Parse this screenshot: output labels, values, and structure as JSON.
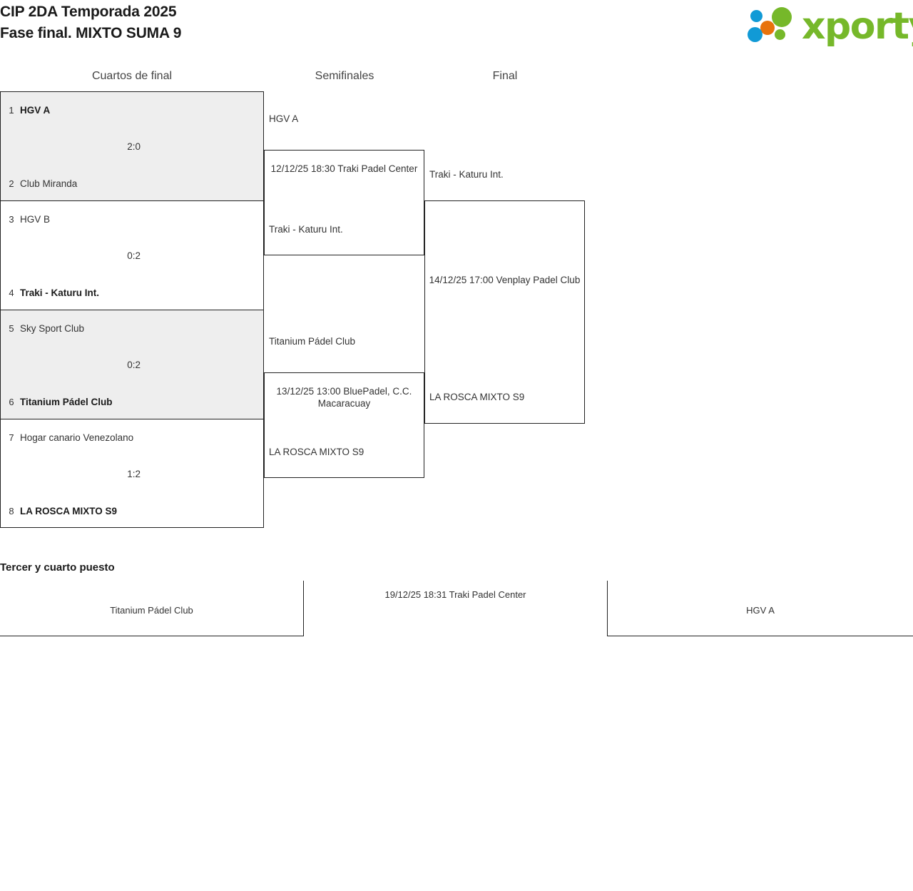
{
  "header": {
    "title_line1": "CIP 2DA Temporada 2025",
    "title_line2": "Fase final. MIXTO SUMA 9",
    "logo_text": "xporty",
    "logo_colors": {
      "green": "#76b82a",
      "orange": "#e8730c",
      "blue": "#119ad6"
    }
  },
  "rounds": [
    {
      "label": "Cuartos de final"
    },
    {
      "label": "Semifinales"
    },
    {
      "label": "Final"
    }
  ],
  "quarterfinals": [
    {
      "top_seed": "1",
      "top_team": "HGV A",
      "top_winner": true,
      "bottom_seed": "2",
      "bottom_team": "Club Miranda",
      "bottom_winner": false,
      "score": "2:0"
    },
    {
      "top_seed": "3",
      "top_team": "HGV B",
      "top_winner": false,
      "bottom_seed": "4",
      "bottom_team": "Traki - Katuru Int.",
      "bottom_winner": true,
      "score": "0:2"
    },
    {
      "top_seed": "5",
      "top_team": "Sky Sport Club",
      "top_winner": false,
      "bottom_seed": "6",
      "bottom_team": "Titanium Pádel Club",
      "bottom_winner": true,
      "score": "0:2"
    },
    {
      "top_seed": "7",
      "top_team": "Hogar canario Venezolano",
      "top_winner": false,
      "bottom_seed": "8",
      "bottom_team": "LA ROSCA MIXTO S9",
      "bottom_winner": true,
      "score": "1:2"
    }
  ],
  "semifinals": [
    {
      "top_team": "HGV A",
      "bottom_team": "Traki - Katuru Int.",
      "info": "12/12/25 18:30 Traki Padel Center"
    },
    {
      "top_team": "Titanium Pádel Club",
      "bottom_team": "LA ROSCA MIXTO S9",
      "info": "13/12/25 13:00 BluePadel, C.C. Macaracuay"
    }
  ],
  "final": {
    "top_team": "Traki - Katuru Int.",
    "bottom_team": "LA ROSCA MIXTO S9",
    "info": "14/12/25 17:00 Venplay Padel Club"
  },
  "third_place": {
    "title": "Tercer y cuarto puesto",
    "left_team": "Titanium Pádel Club",
    "right_team": "HGV A",
    "info": "19/12/25 18:31 Traki Padel Center"
  }
}
